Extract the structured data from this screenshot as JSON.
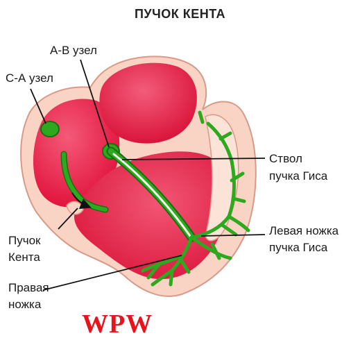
{
  "title": "ПУЧОК КЕНТА",
  "labels": {
    "av_node": "А-В узел",
    "sa_node": "С-А узел",
    "his_trunk_1": "Ствол",
    "his_trunk_2": "пучка Гиса",
    "left_bundle_1": "Левая ножка",
    "left_bundle_2": "пучка Гиса",
    "kent_1": "Пучок",
    "kent_2": "Кента",
    "right_bundle_1": "Правая",
    "right_bundle_2": "ножка"
  },
  "badge": "WPW",
  "colors": {
    "myocardium": "#e8163c",
    "myocardium_light": "#f25b78",
    "pericardium": "#f9d3c4",
    "outline": "#d89a88",
    "conduction": "#2ea81e",
    "conduction_dark": "#1b6e12",
    "badge": "#e8141c"
  }
}
